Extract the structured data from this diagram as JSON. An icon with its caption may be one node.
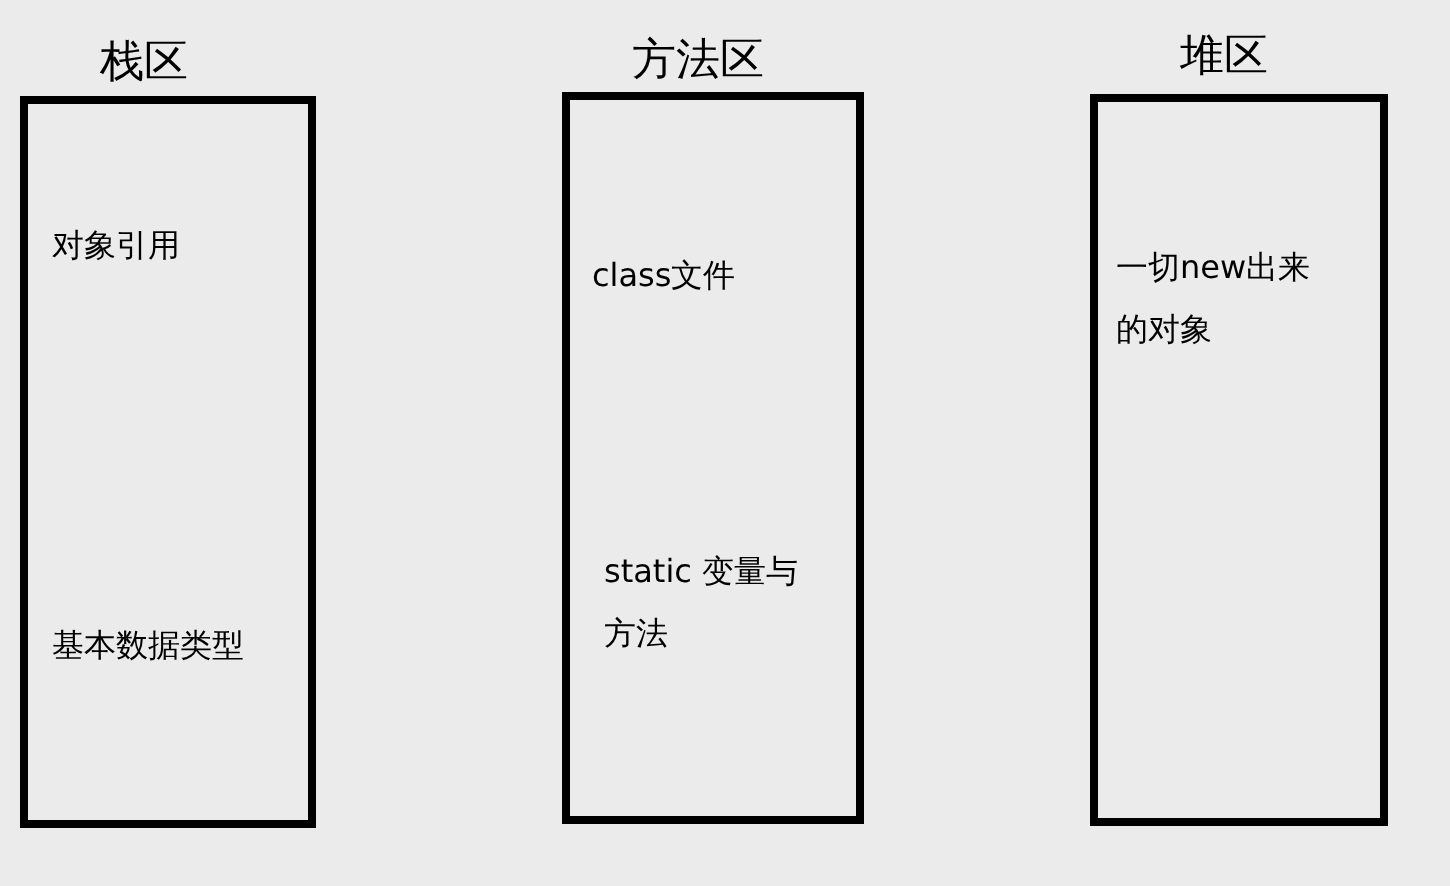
{
  "diagram": {
    "nodes": [
      {
        "text": [
          "栈区",
          "对象引用",
          "基本数据类型"
        ]
      },
      {
        "text": [
          "方法区",
          "class文件",
          "static 变量与方法"
        ]
      },
      {
        "text": [
          "堆区",
          "一切new出来的对象"
        ]
      }
    ]
  }
}
